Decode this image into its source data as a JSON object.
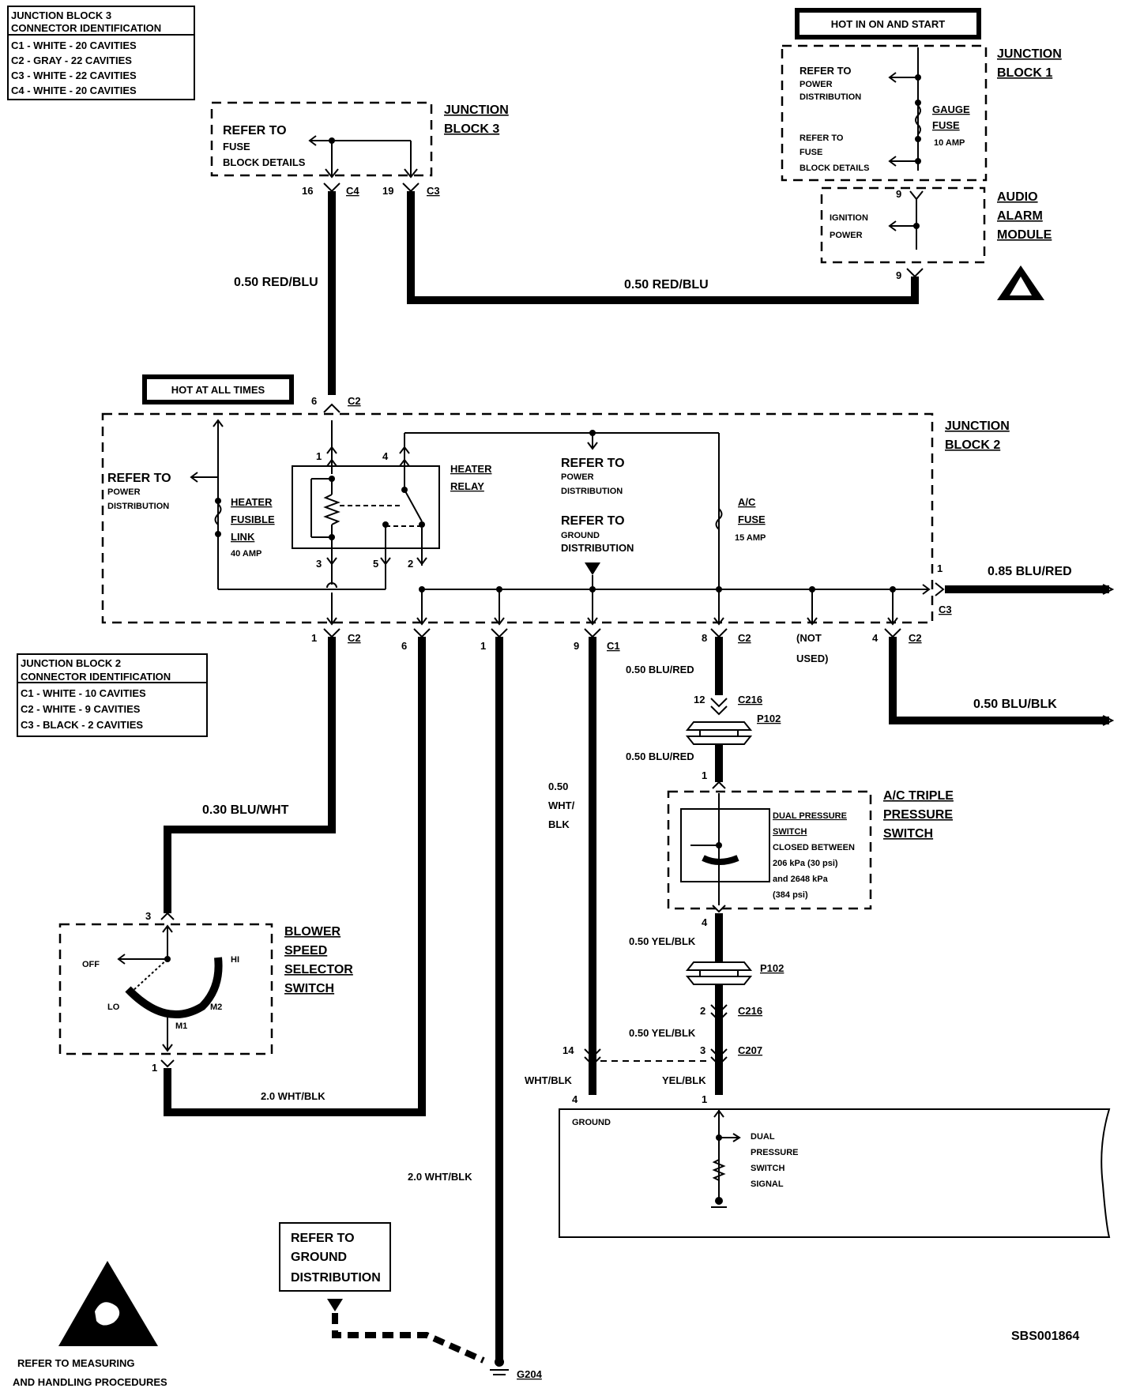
{
  "doc_id": "SBS001864",
  "banners": {
    "hot_on_start": "HOT IN ON AND START",
    "hot_all_times": "HOT AT ALL TIMES"
  },
  "jb3_id": {
    "title1": "JUNCTION BLOCK 3",
    "title2": "CONNECTOR IDENTIFICATION",
    "rows": [
      "C1 - WHITE - 20 CAVITIES",
      "C2 - GRAY - 22 CAVITIES",
      "C3 - WHITE - 22 CAVITIES",
      "C4 - WHITE - 20 CAVITIES"
    ]
  },
  "jb2_id": {
    "title1": "JUNCTION BLOCK 2",
    "title2": "CONNECTOR IDENTIFICATION",
    "rows": [
      "C1 - WHITE - 10 CAVITIES",
      "C2 - WHITE - 9 CAVITIES",
      "C3 - BLACK - 2 CAVITIES"
    ]
  },
  "jb3": {
    "name1": "JUNCTION",
    "name2": "BLOCK 3",
    "ref1": "REFER TO",
    "ref2": "FUSE",
    "ref3": "BLOCK DETAILS",
    "pin_a": "16",
    "conn_a": "C4",
    "pin_b": "19",
    "conn_b": "C3"
  },
  "jb1": {
    "name1": "JUNCTION",
    "name2": "BLOCK 1",
    "ref_a1": "REFER TO",
    "ref_a2": "POWER",
    "ref_a3": "DISTRIBUTION",
    "fuse1": "GAUGE",
    "fuse2": "FUSE",
    "fuse_amp": "10 AMP",
    "ref_b1": "REFER TO",
    "ref_b2": "FUSE",
    "ref_b3": "BLOCK DETAILS"
  },
  "audio": {
    "name1": "AUDIO",
    "name2": "ALARM",
    "name3": "MODULE",
    "label1": "IGNITION",
    "label2": "POWER",
    "pin_top": "9",
    "pin_bottom": "9"
  },
  "wires": {
    "w_red_blu_a": "0.50 RED/BLU",
    "w_red_blu_b": "0.50 RED/BLU",
    "w_blu_red_085": "0.85 BLU/RED",
    "w_blu_red_1": "0.50 BLU/RED",
    "w_blu_red_2": "0.50 BLU/RED",
    "w_blu_blk": "0.50 BLU/BLK",
    "w_blu_wht": "0.30 BLU/WHT",
    "w_wht_blk_20a": "2.0 WHT/BLK",
    "w_wht_blk_20b": "2.0 WHT/BLK",
    "w_wht_blk_050_a": "0.50",
    "w_wht_blk_050_b": "WHT/",
    "w_wht_blk_050_c": "BLK",
    "w_yel_blk_1": "0.50 YEL/BLK",
    "w_yel_blk_2": "0.50 YEL/BLK",
    "w_wht_blk": "WHT/BLK",
    "w_yel_blk": "YEL/BLK"
  },
  "jb2": {
    "name1": "JUNCTION",
    "name2": "BLOCK 2",
    "top_pin": "6",
    "top_conn": "C2",
    "ref_pwr1": "REFER TO",
    "ref_pwr2": "POWER",
    "ref_pwr3": "DISTRIBUTION",
    "fl1": "HEATER",
    "fl2": "FUSIBLE",
    "fl3": "LINK",
    "fl_amp": "40 AMP",
    "relay1": "HEATER",
    "relay2": "RELAY",
    "rp1": "1",
    "rp4": "4",
    "rp3": "3",
    "rp5": "5",
    "rp2": "2",
    "ref_pwr_b1": "REFER TO",
    "ref_pwr_b2": "POWER",
    "ref_pwr_b3": "DISTRIBUTION",
    "ref_gnd1": "REFER TO",
    "ref_gnd2": "GROUND",
    "ref_gnd3": "DISTRIBUTION",
    "ac_fuse1": "A/C",
    "ac_fuse2": "FUSE",
    "ac_fuse_amp": "15 AMP",
    "c3_pin": "1",
    "c3_conn": "C3",
    "b_pin1": "1",
    "b_conn1": "C2",
    "b_pin6": "6",
    "b_pin1b": "1",
    "b_pin9": "9",
    "b_conn9": "C1",
    "b_pin8": "8",
    "b_conn8": "C2",
    "not_used1": "(NOT",
    "not_used2": "USED)",
    "b_pin4": "4",
    "b_conn4": "C2"
  },
  "connectors": {
    "c216_pin_a": "12",
    "c216_a": "C216",
    "p102_a": "P102",
    "c216_pin_b": "2",
    "c216_b": "C216",
    "p102_b": "P102",
    "c207_pin_l": "14",
    "c207_pin_r": "3",
    "c207": "C207"
  },
  "ac_switch": {
    "name1": "A/C TRIPLE",
    "name2": "PRESSURE",
    "name3": "SWITCH",
    "pin_top": "1",
    "pin_bottom": "4",
    "d1": "DUAL PRESSURE",
    "d2": "SWITCH",
    "d3": "CLOSED BETWEEN",
    "d4": "206 kPa (30 psi)",
    "d5": "and 2648 kPa",
    "d6": "(384 psi)"
  },
  "blower": {
    "name1": "BLOWER",
    "name2": "SPEED",
    "name3": "SELECTOR",
    "name4": "SWITCH",
    "pin_top": "3",
    "pin_bottom": "1",
    "off": "OFF",
    "hi": "HI",
    "lo": "LO",
    "m1": "M1",
    "m2": "M2"
  },
  "ecm": {
    "pin_l": "4",
    "pin_r": "1",
    "ground": "GROUND",
    "s1": "DUAL",
    "s2": "PRESSURE",
    "s3": "SWITCH",
    "s4": "SIGNAL"
  },
  "ground_ref": {
    "l1": "REFER TO",
    "l2": "GROUND",
    "l3": "DISTRIBUTION",
    "g": "G204"
  },
  "esd": {
    "l1": "REFER TO   MEASURING",
    "l2": "AND HANDLING PROCEDURES"
  }
}
